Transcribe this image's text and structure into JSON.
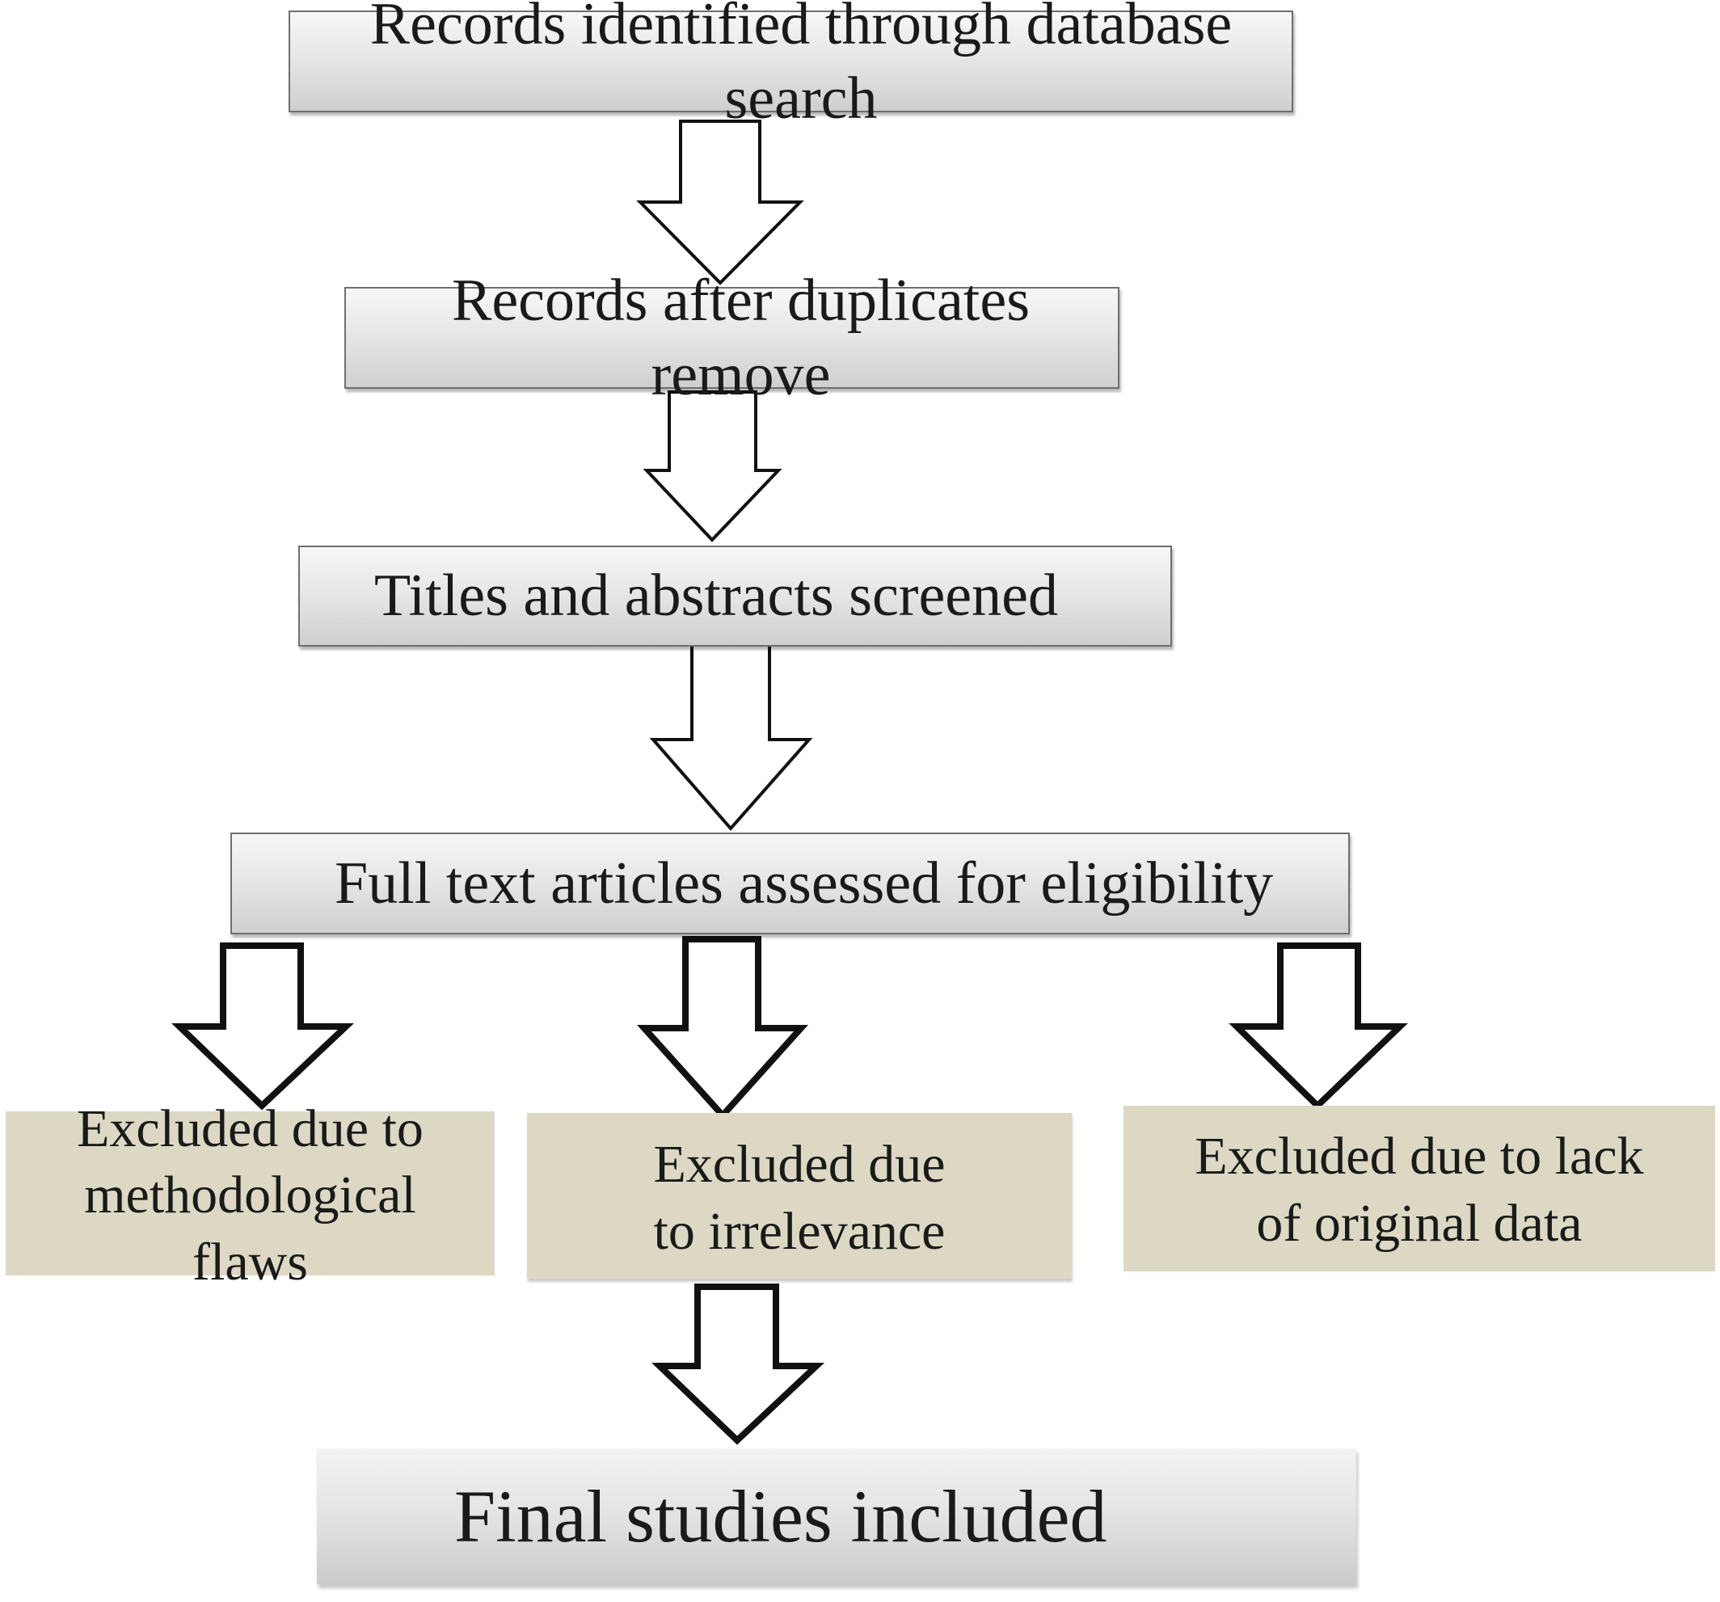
{
  "flowchart": {
    "steps": {
      "identified": "Records identified through database search",
      "deduplicated": "Records after duplicates remove",
      "screened": "Titles and abstracts screened",
      "assessed": "Full text articles assessed for eligibility",
      "final": "Final studies included"
    },
    "exclusions": {
      "methodological": "Excluded due to methodological flaws",
      "irrelevance": "Excluded due to irrelevance",
      "no_data": "Excluded due to lack of original data"
    }
  },
  "colors": {
    "step_box_fill": "#dcdcdc",
    "exclusion_box_fill": "#dcd8c3",
    "arrow_outline": "#111111",
    "arrow_fill": "#ffffff"
  },
  "icons": [
    "down-arrow-icon"
  ]
}
